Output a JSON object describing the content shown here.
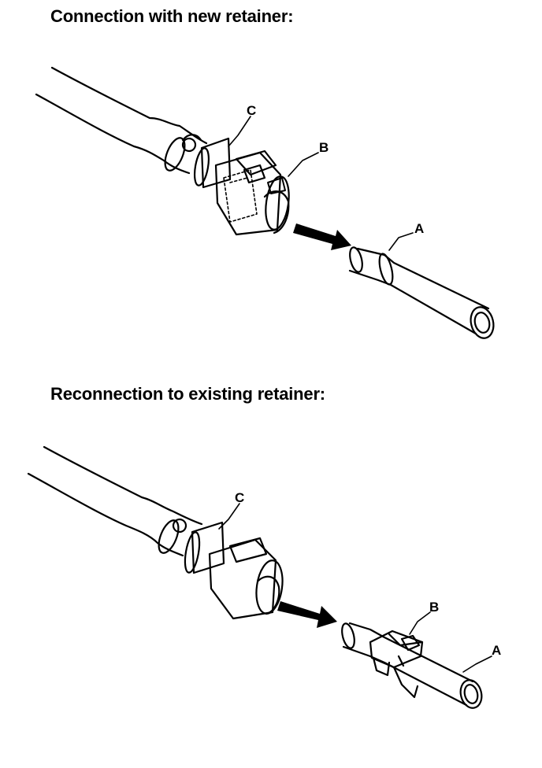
{
  "sections": [
    {
      "heading": "Connection with new retainer:",
      "callouts": {
        "a": "A",
        "b": "B",
        "c": "C"
      }
    },
    {
      "heading": "Reconnection to existing retainer:",
      "callouts": {
        "a": "A",
        "b": "B",
        "c": "C"
      }
    }
  ]
}
